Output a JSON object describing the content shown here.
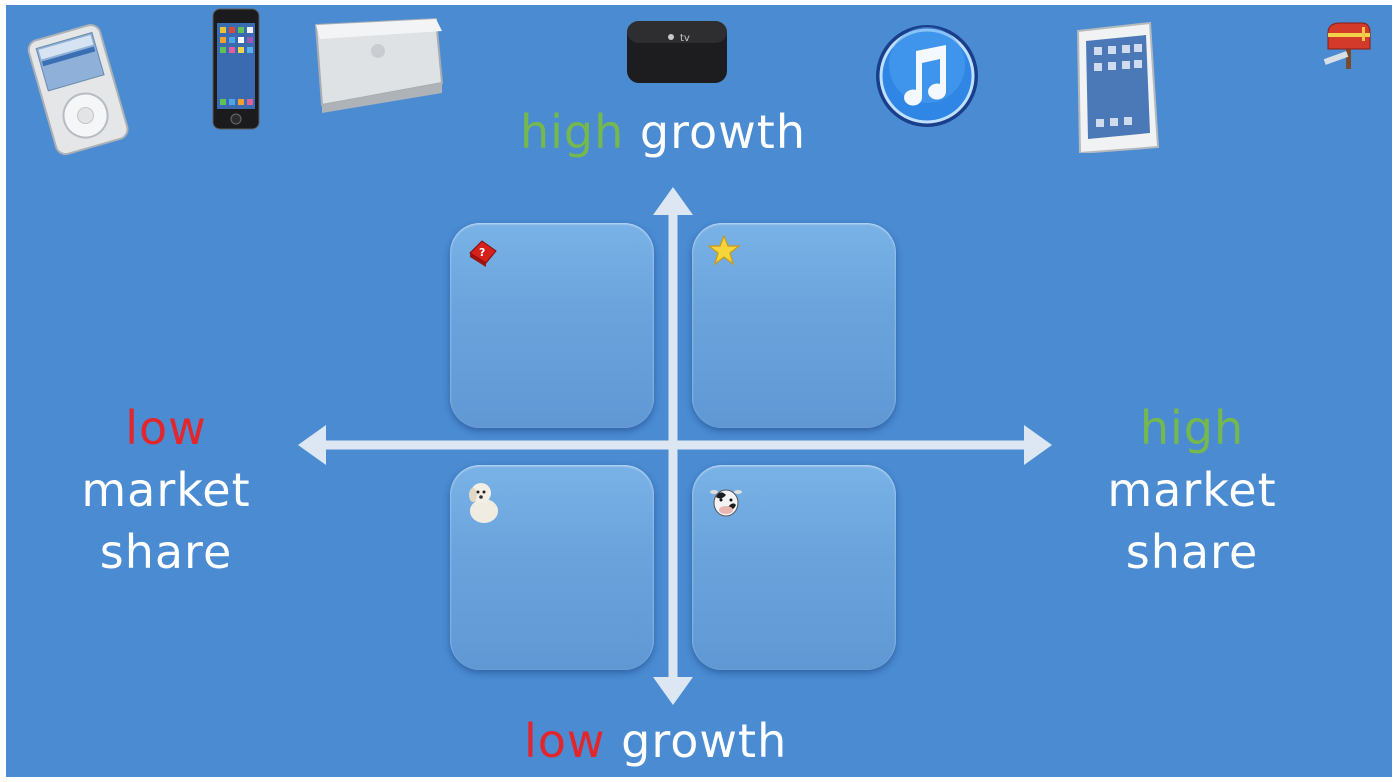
{
  "labels": {
    "top": {
      "word": "high",
      "rest": "growth"
    },
    "bottom": {
      "word": "low",
      "rest": "growth"
    },
    "left": {
      "word": "low",
      "line2": "market",
      "line3": "share"
    },
    "right": {
      "word": "high",
      "line2": "market",
      "line3": "share"
    }
  },
  "quadrants": [
    {
      "position": "top-left",
      "icon": "question-mark-icon"
    },
    {
      "position": "top-right",
      "icon": "star-icon"
    },
    {
      "position": "bottom-left",
      "icon": "dog-icon"
    },
    {
      "position": "bottom-right",
      "icon": "cow-icon"
    }
  ],
  "devices": [
    "ipod-icon",
    "iphone-icon",
    "mac-mini-icon",
    "apple-tv-icon",
    "itunes-icon",
    "ipad-icon",
    "mailbox-icon"
  ],
  "apple_tv_text": "tv",
  "colors": {
    "background": "#4a8bd2",
    "high": "#74b84e",
    "low": "#e2262b",
    "text": "#ffffff"
  }
}
